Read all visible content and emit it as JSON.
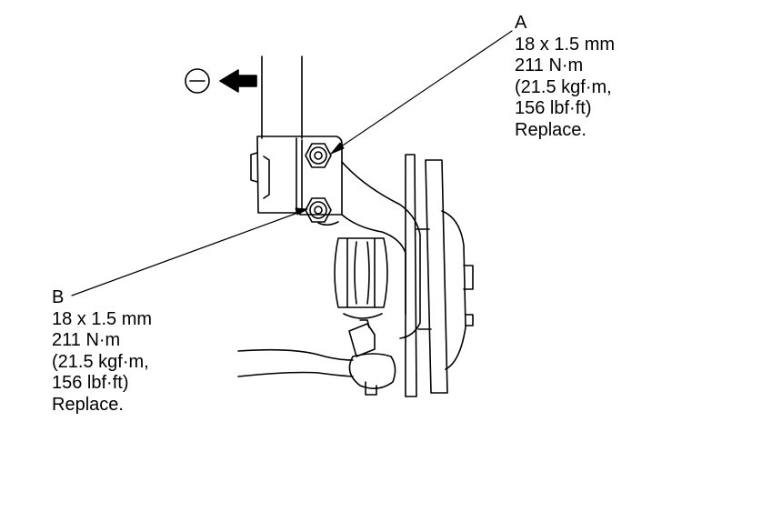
{
  "callouts": {
    "a": {
      "letter": "A",
      "size": "18 x 1.5 mm",
      "torque_nm": "211 N·m",
      "torque_kgf": "(21.5 kgf·m,",
      "torque_lbf": "156 lbf·ft)",
      "note": "Replace."
    },
    "b": {
      "letter": "B",
      "size": "18 x 1.5 mm",
      "torque_nm": "211 N·m",
      "torque_kgf": "(21.5 kgf·m,",
      "torque_lbf": "156 lbf·ft)",
      "note": "Replace."
    }
  },
  "direction_symbol": "minus-circle-icon",
  "colors": {
    "line": "#000000",
    "background": "#ffffff"
  }
}
